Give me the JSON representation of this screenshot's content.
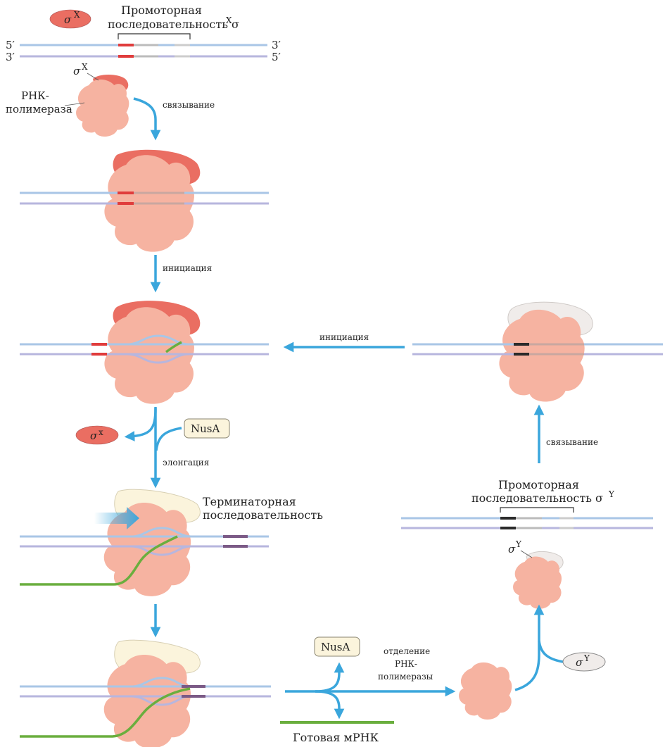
{
  "colors": {
    "dna_top": "#a9c6e6",
    "dna_bottom": "#b7b6de",
    "arrow": "#3aa6dc",
    "polymerase": "#f6b3a1",
    "sigma_x": "#ea6e62",
    "sigma_y": "#f0ecea",
    "nusa": "#fbf4dc",
    "rna": "#6aae3e",
    "promoter_x": "#e03c3c",
    "promoter_y": "#2b2b2b",
    "terminator": "#7b5a86"
  },
  "labels": {
    "sigma_x_top": "σ",
    "sigma_x_sup": "X",
    "promoter_x_line1": "Промоторная",
    "promoter_x_line2": "последовательность σ",
    "promoter_x_sup": "X",
    "five_prime_left": "5′",
    "three_prime_left": "3′",
    "three_prime_right": "3′",
    "five_prime_right": "5′",
    "sigma_x_small": "σ",
    "sigma_x_small_sup": "X",
    "rnap_line1": "РНК-",
    "rnap_line2": "полимераза",
    "binding_1": "связывание",
    "initiation_1": "инициация",
    "initiation_2": "инициация",
    "nusa_1": "NusA",
    "sigma_x_release": "σ",
    "sigma_x_release_sup": "x",
    "elongation": "элонгация",
    "terminator_line1": "Терминаторная",
    "terminator_line2": "последовательность",
    "binding_2": "связывание",
    "promoter_y_line1": "Промоторная",
    "promoter_y_line2": "последовательность σ",
    "promoter_y_sup": "Y",
    "sigma_y_small": "σ",
    "sigma_y_small_sup": "Y",
    "nusa_2": "NusA",
    "release_line1": "отделение",
    "release_line2": "РНК-",
    "release_line3": "полимеразы",
    "sigma_y_free": "σ",
    "sigma_y_free_sup": "Y",
    "mrna": "Готовая мРНК"
  }
}
